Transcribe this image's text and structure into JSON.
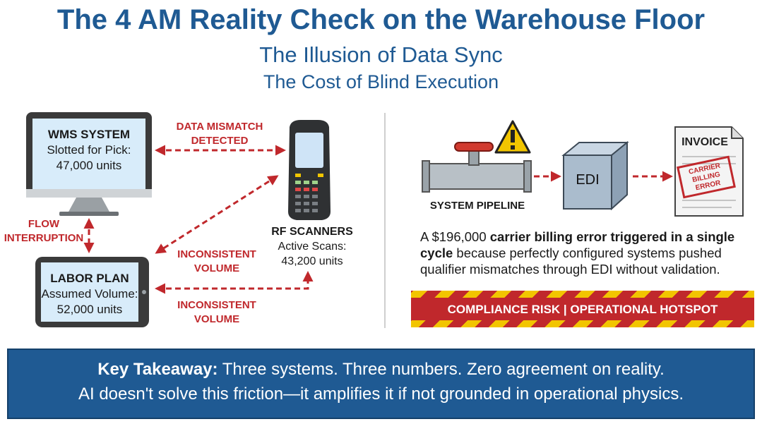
{
  "title": "The 4 AM Reality Check on the Warehouse Floor",
  "subtitle_1": "The Illusion of Data Sync",
  "subtitle_2": "The Cost of Blind Execution",
  "wms": {
    "name": "WMS SYSTEM",
    "line1": "Slotted for Pick:",
    "line2": "47,000 units"
  },
  "labor": {
    "name": "LABOR PLAN",
    "line1": "Assumed Volume:",
    "line2": "52,000 units"
  },
  "rf": {
    "name": "RF SCANNERS",
    "line1": "Active Scans:",
    "line2": "43,200 units"
  },
  "labels": {
    "mismatch_1": "DATA MISMATCH",
    "mismatch_2": "DETECTED",
    "flow_1": "FLOW",
    "flow_2": "INTERRUPTION",
    "inconsistent_a_1": "INCONSISTENT",
    "inconsistent_a_2": "VOLUME",
    "inconsistent_b_1": "INCONSISTENT",
    "inconsistent_b_2": "VOLUME"
  },
  "pipeline": {
    "label": "SYSTEM PIPELINE",
    "edi": "EDI",
    "invoice": "INVOICE",
    "stamp_1": "CARRIER",
    "stamp_2": "BILLING",
    "stamp_3": "ERROR"
  },
  "description": {
    "pre": "A $196,000 ",
    "bold": "carrier billing error triggered in a single cycle",
    "post": " because perfectly configured systems pushed qualifier mismatches through EDI without validation."
  },
  "banner": "COMPLIANCE RISK | OPERATIONAL HOTSPOT",
  "takeaway": {
    "bold": "Key Takeaway:",
    "rest": " Three systems. Three numbers. Zero agreement on reality.",
    "line2": "AI doesn't solve this friction—it amplifies it if not grounded in operational physics."
  },
  "colors": {
    "brand_blue": "#1f5a93",
    "alert_red": "#c0282c",
    "hazard_yellow": "#f2c500"
  }
}
